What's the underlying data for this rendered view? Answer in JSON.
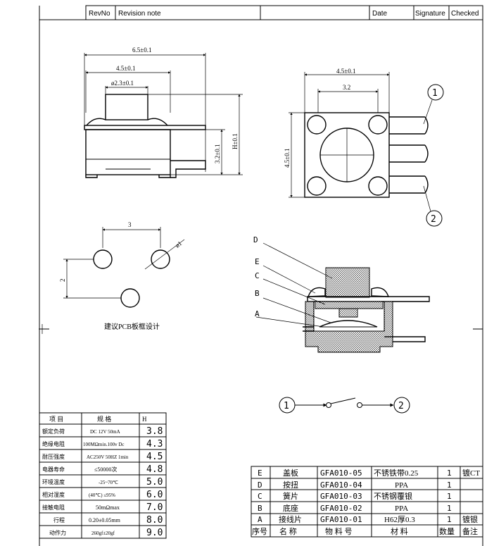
{
  "title_block": {
    "revno": "RevNo",
    "revision_note": "Revision note",
    "date": "Date",
    "signature": "Signature",
    "checked": "Checked"
  },
  "side_view": {
    "dim_width_total": "6.5±0.1",
    "dim_width_body": "4.5±0.1",
    "dim_plunger": "ø2.3±0.1",
    "dim_height_body": "3.2±0.1",
    "dim_height_total": "H±0.1"
  },
  "top_view": {
    "dim_width": "4.5±0.1",
    "dim_pitch": "3.2",
    "dim_height": "4.5±0.1",
    "callout_1": "1",
    "callout_2": "2"
  },
  "pcb_layout": {
    "dim_pitch_x": "3",
    "dim_pitch_y": "2",
    "dim_hole": "ø1",
    "caption": "建议PCB板框设计"
  },
  "section_view": {
    "labels": [
      "D",
      "E",
      "C",
      "B",
      "A"
    ]
  },
  "schematic": {
    "node_1": "1",
    "node_2": "2"
  },
  "spec_table": {
    "headers": [
      "项  目",
      "规  格",
      "H"
    ],
    "rows": [
      [
        "额定负荷",
        "DC 12V 50mA",
        "3.8"
      ],
      [
        "绝缘电阻",
        "100MΩmin.100v Dc",
        "4.3"
      ],
      [
        "耐压强度",
        "AC250V 50HZ 1min",
        "4.5"
      ],
      [
        "电器寿命",
        "≤50000次",
        "4.8"
      ],
      [
        "环境温度",
        "-25~70℃",
        "5.0"
      ],
      [
        "相对湿度",
        "(40℃) ≤95%",
        "6.0"
      ],
      [
        "接触电阻",
        "50mΩmax",
        "7.0"
      ],
      [
        "行程",
        "0.20±0.05mm",
        "8.0"
      ],
      [
        "动作力",
        "260gf±20gf",
        "9.0"
      ]
    ]
  },
  "bom_table": {
    "rows": [
      [
        "E",
        "盖板",
        "GFA010-05",
        "不锈铁带0.25",
        "1",
        "镀CT"
      ],
      [
        "D",
        "按扭",
        "GFA010-04",
        "PPA",
        "1",
        ""
      ],
      [
        "C",
        "簧片",
        "GFA010-03",
        "不锈钢覆银",
        "1",
        ""
      ],
      [
        "B",
        "底座",
        "GFA010-02",
        "PPA",
        "1",
        ""
      ],
      [
        "A",
        "接线片",
        "GFA010-01",
        "H62厚0.3",
        "1",
        "镀银"
      ]
    ],
    "headers": [
      "序号",
      "名  称",
      "物 料 号",
      "材    料",
      "数量",
      "备注"
    ]
  }
}
